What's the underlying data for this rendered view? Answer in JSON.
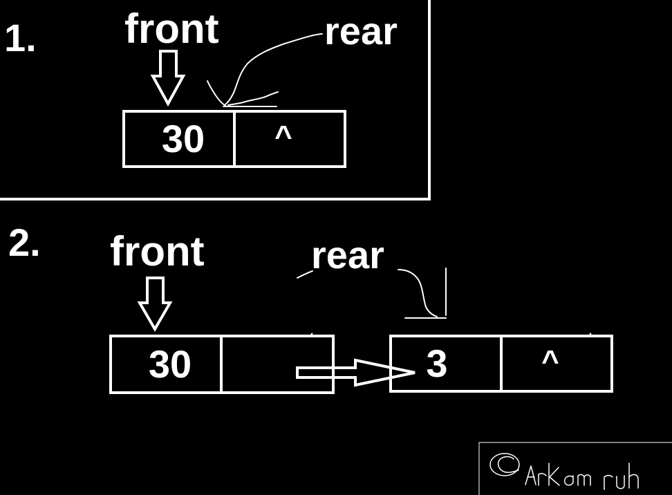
{
  "background_color": "#000000",
  "stroke_color": "#ffffff",
  "step1": {
    "number": "1.",
    "front_label": "front",
    "rear_label": "rear",
    "node": {
      "data": "30",
      "link": "^"
    }
  },
  "step2": {
    "number": "2.",
    "front_label": "front",
    "rear_label": "rear",
    "node1": {
      "data": "30",
      "link": ""
    },
    "node2": {
      "data": "3",
      "link": "^"
    }
  },
  "signature": "©Arkam ruh"
}
